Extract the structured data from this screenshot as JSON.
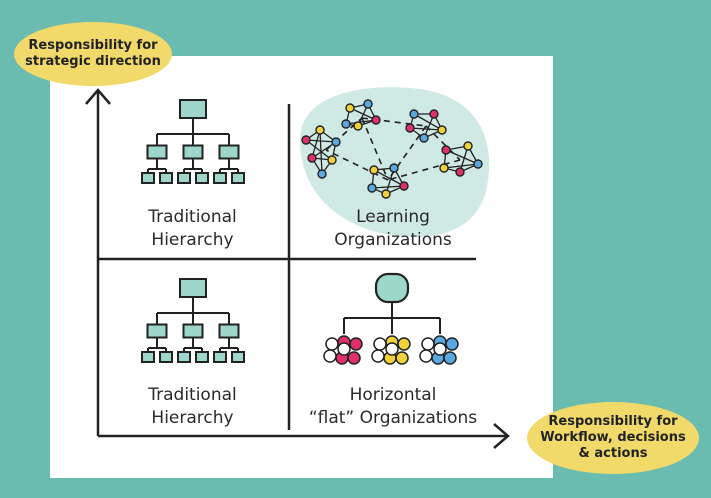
{
  "y_axis_label": "Responsibility for\nstrategic direction",
  "x_axis_label": "Responsibility for\nWorkflow, decisions\n& actions",
  "quadrants": {
    "top_left": "Traditional\nHierarchy",
    "top_right": "Learning\nOrganizations",
    "bottom_left": "Traditional\nHierarchy",
    "bottom_right": "Horizontal\n“flat” Organizations"
  },
  "colors": {
    "background": "#6bbcb0",
    "bubble": "#f2da6a",
    "hierarchy_box": "#9fd6cc",
    "learning_blob": "#cfe9e4",
    "pink": "#e0306a",
    "yellow": "#f2d23a",
    "blue": "#5aa8e0",
    "line": "#222222"
  }
}
